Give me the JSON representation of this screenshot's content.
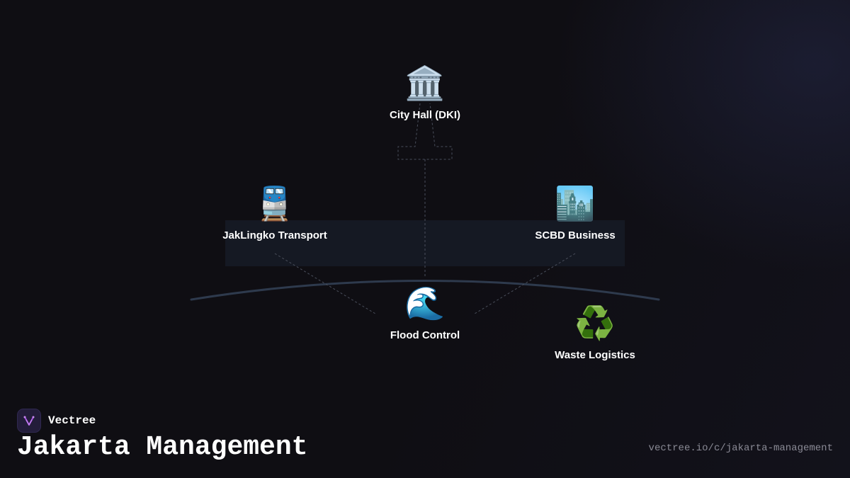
{
  "diagram": {
    "nodes": [
      {
        "id": "city-hall",
        "icon": "classical-building-icon",
        "emoji": "🏛️",
        "label": "City Hall (DKI)"
      },
      {
        "id": "transport",
        "icon": "train-icon",
        "emoji": "🚆",
        "label": "JakLingko Transport"
      },
      {
        "id": "business",
        "icon": "cityscape-icon",
        "emoji": "🏙️",
        "label": "SCBD Business"
      },
      {
        "id": "flood",
        "icon": "water-wave-icon",
        "emoji": "🌊",
        "label": "Flood Control"
      },
      {
        "id": "waste",
        "icon": "recycling-icon",
        "emoji": "♻️",
        "label": "Waste Logistics"
      }
    ],
    "colors": {
      "background": "#0f0e13",
      "band": "#151923",
      "arc": "#2e3a4d",
      "dashed_link": "#4a4f5c",
      "label": "#ffffff"
    }
  },
  "brand": {
    "name": "Vectree",
    "logo_icon": "vectree-logo-icon",
    "accent": "#a34fe0"
  },
  "footer": {
    "title": "Jakarta Management",
    "url": "vectree.io/c/jakarta-management"
  }
}
